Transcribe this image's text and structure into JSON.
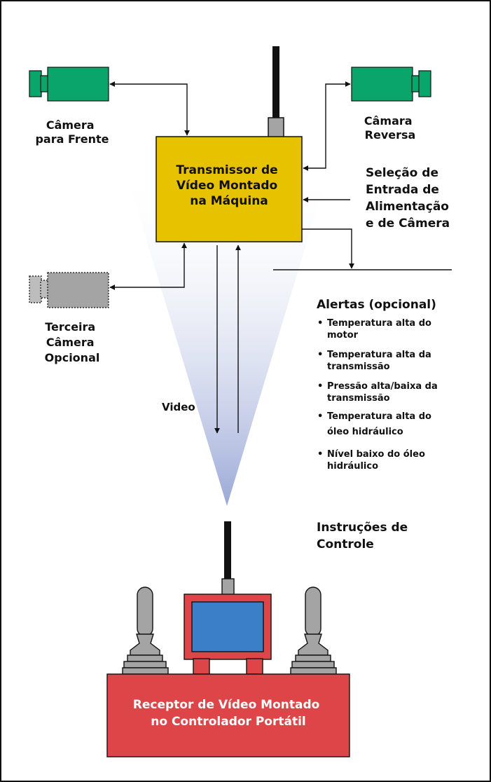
{
  "colors": {
    "camera_green": "#0aa56a",
    "transmitter_yellow": "#e6c200",
    "receiver_red": "#dd4548",
    "screen_blue": "#3a7fc8",
    "control_gray": "#a4a4a4",
    "beam_blue": "#9aa8d6"
  },
  "icons": {
    "front_camera": "video-camera-icon",
    "reverse_camera": "video-camera-icon",
    "third_camera": "video-camera-icon",
    "antenna": "antenna-icon",
    "joystick": "joystick-icon"
  },
  "labels": {
    "front_camera": [
      "Câmera",
      "para Frente"
    ],
    "reverse_camera": [
      "Câmara",
      "Reversa"
    ],
    "third_camera": [
      "Terceira",
      "Câmera",
      "Opcional"
    ],
    "transmitter": [
      "Transmissor de",
      "Vídeo Montado",
      "na Máquina"
    ],
    "power_selection": [
      "Seleção de",
      "Entrada de",
      "Alimentação",
      "e de Câmera"
    ],
    "video": "Video",
    "control_instructions": [
      "Instruções de",
      "Controle"
    ],
    "receiver": [
      "Receptor de Vídeo Montado",
      "no Controlador Portátil"
    ]
  },
  "alerts": {
    "title": "Alertas (opcional)",
    "items": [
      [
        "Temperatura alta do",
        "motor"
      ],
      [
        "Temperatura alta da",
        "transmissão"
      ],
      [
        "Pressão alta/baixa da",
        "transmissão"
      ],
      [
        "Temperatura alta do",
        "óleo hidráulico"
      ],
      [
        "Nível baixo do óleo",
        "hidráulico"
      ]
    ]
  }
}
